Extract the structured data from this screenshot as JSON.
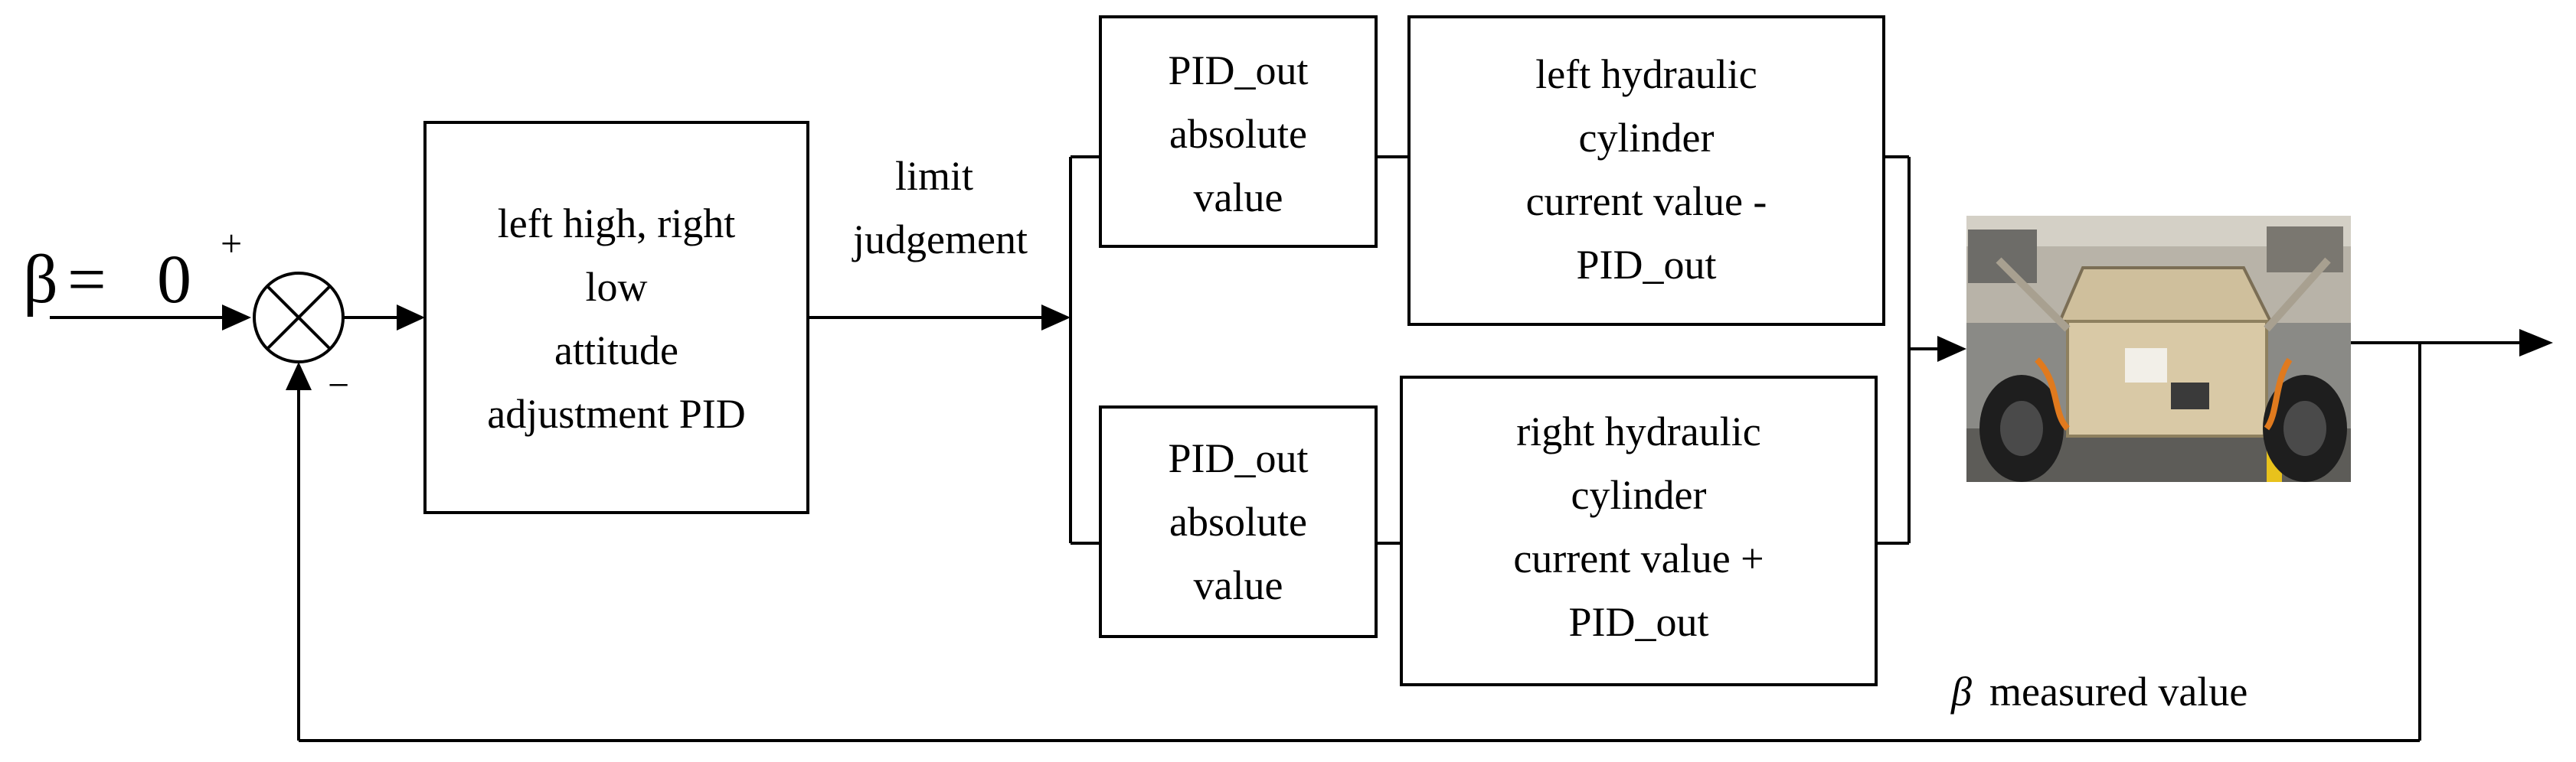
{
  "input": {
    "beta_symbol": "β",
    "equals": "=",
    "value": "0",
    "plus_sign": "+",
    "minus_sign": "−"
  },
  "blocks": {
    "controller": {
      "lines": [
        "left high, right",
        "low",
        "attitude",
        "adjustment PID"
      ]
    },
    "limit_label": {
      "lines": [
        "limit",
        "judgement"
      ]
    },
    "upper_abs": {
      "lines": [
        "PID_out",
        "absolute",
        "value"
      ]
    },
    "upper_hydraulic": {
      "lines": [
        "left hydraulic",
        "cylinder",
        "current value -",
        "PID_out"
      ]
    },
    "lower_abs": {
      "lines": [
        "PID_out",
        "absolute",
        "value"
      ]
    },
    "lower_hydraulic": {
      "lines": [
        "right hydraulic",
        "cylinder",
        "current value +",
        "PID_out"
      ]
    }
  },
  "feedback": {
    "symbol": "β",
    "label": "measured value"
  },
  "vehicle_image": {
    "description_icon": "vehicle-photo"
  }
}
